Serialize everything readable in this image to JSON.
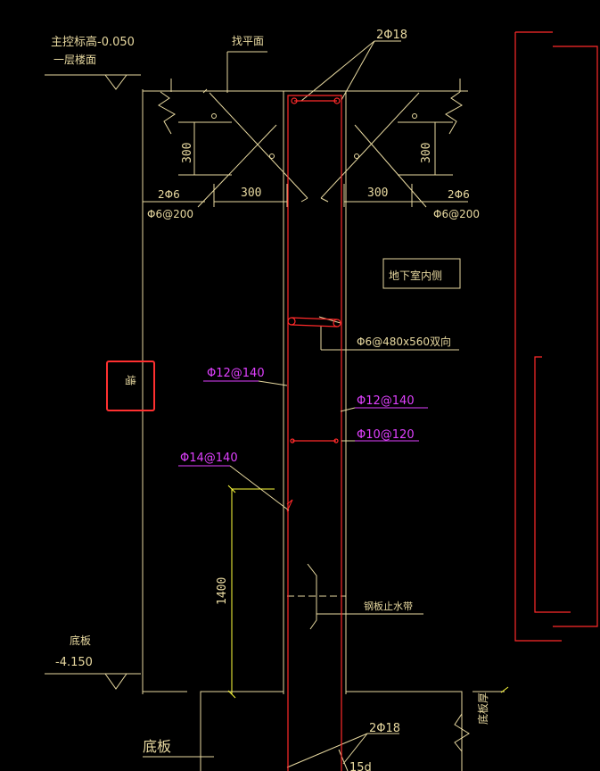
{
  "labels": {
    "top_elevation": "主控标高-0.050",
    "top_floor": "一层楼面",
    "level_top": "找平面",
    "rebar_2phi18_top": "2Φ18",
    "dim_300_left_v": "300",
    "dim_300_right_v": "300",
    "dim_300_left_h": "300",
    "dim_300_right_h": "300",
    "left_2phi6": "2Φ6",
    "right_2phi6": "2Φ6",
    "left_phi6_200": "Φ6@200",
    "right_phi6_200": "Φ6@200",
    "basement_inner": "地下室内侧",
    "tie_bar": "Φ6@480x560双向",
    "selected_label": "墙",
    "phi12_left": "Φ12@140",
    "phi12_right": "Φ12@140",
    "phi10_right": "Φ10@120",
    "phi14_left": "Φ14@140",
    "dim_1400": "1400",
    "waterstop": "钢板止水带",
    "bottom_slab_label": "底板",
    "bottom_elevation": "-4.150",
    "bottom_slab_text": "底板",
    "rebar_2phi18_bottom": "2Φ18",
    "anchor_15d": "15d",
    "slab_thickness": "底板厚"
  },
  "colors": {
    "background": "#000000",
    "line": "#e8d9a0",
    "red": "#ff2a2a",
    "magenta": "#e040ff",
    "yellow": "#ffff3c",
    "selection": "#ff3030"
  }
}
